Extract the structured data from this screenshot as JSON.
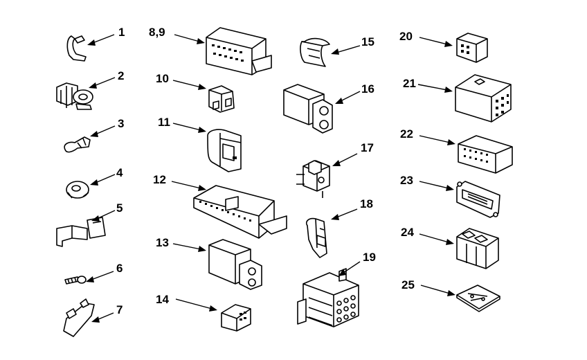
{
  "callouts": [
    "1",
    "2",
    "3",
    "4",
    "5",
    "6",
    "7",
    "8,9",
    "10",
    "11",
    "12",
    "13",
    "14",
    "15",
    "16",
    "17",
    "18",
    "19",
    "20",
    "21",
    "22",
    "23",
    "24",
    "25"
  ]
}
